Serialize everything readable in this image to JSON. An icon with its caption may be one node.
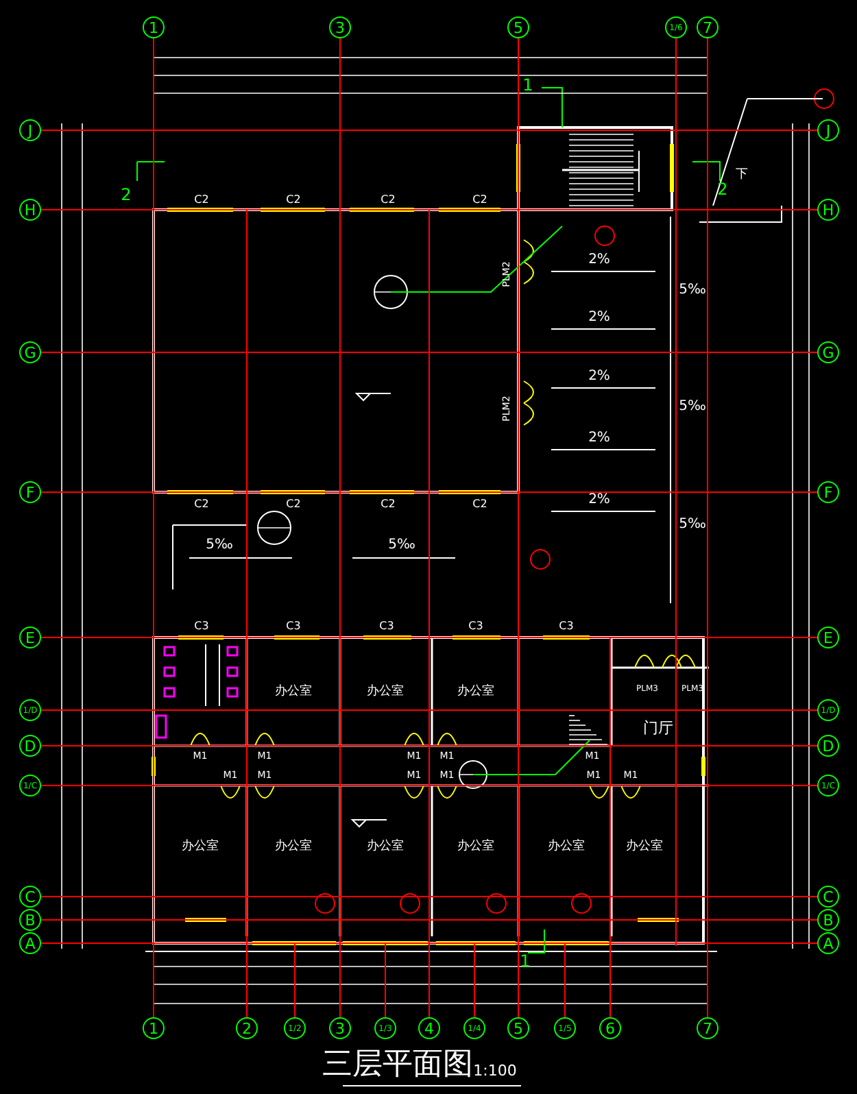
{
  "diagram": {
    "title": "三层平面图",
    "nodes": [
      {
        "text": [
          "1"
        ]
      },
      {
        "text": [
          "3"
        ]
      },
      {
        "text": [
          "5"
        ]
      },
      {
        "text": [
          "1/6"
        ]
      },
      {
        "text": [
          "7"
        ]
      },
      {
        "text": [
          "J"
        ]
      },
      {
        "text": [
          "H"
        ]
      },
      {
        "text": [
          "G"
        ]
      },
      {
        "text": [
          "F"
        ]
      },
      {
        "text": [
          "E"
        ]
      },
      {
        "text": [
          "1/D"
        ]
      },
      {
        "text": [
          "D"
        ]
      },
      {
        "text": [
          "1/C"
        ]
      },
      {
        "text": [
          "C"
        ]
      },
      {
        "text": [
          "B"
        ]
      },
      {
        "text": [
          "A"
        ]
      },
      {
        "text": [
          "J"
        ]
      },
      {
        "text": [
          "H"
        ]
      },
      {
        "text": [
          "G"
        ]
      },
      {
        "text": [
          "F"
        ]
      },
      {
        "text": [
          "E"
        ]
      },
      {
        "text": [
          "1/D"
        ]
      },
      {
        "text": [
          "D"
        ]
      },
      {
        "text": [
          "1/C"
        ]
      },
      {
        "text": [
          "C"
        ]
      },
      {
        "text": [
          "B"
        ]
      },
      {
        "text": [
          "A"
        ]
      },
      {
        "text": [
          "1"
        ]
      },
      {
        "text": [
          "2"
        ]
      },
      {
        "text": [
          "1/2"
        ]
      },
      {
        "text": [
          "3"
        ]
      },
      {
        "text": [
          "1/3"
        ]
      },
      {
        "text": [
          "4"
        ]
      },
      {
        "text": [
          "1/4"
        ]
      },
      {
        "text": [
          "5"
        ]
      },
      {
        "text": [
          "1/5"
        ]
      },
      {
        "text": [
          "6"
        ]
      },
      {
        "text": [
          "7"
        ]
      }
    ],
    "edges": [
      {
        "from": 0,
        "to": 27,
        "arrow": "none"
      },
      {
        "from": 1,
        "to": 30,
        "arrow": "none"
      },
      {
        "from": 2,
        "to": 34,
        "arrow": "none"
      },
      {
        "from": 4,
        "to": 37,
        "arrow": "none"
      },
      {
        "from": 5,
        "to": 16,
        "arrow": "none"
      },
      {
        "from": 6,
        "to": 17,
        "arrow": "none"
      },
      {
        "from": 7,
        "to": 18,
        "arrow": "none"
      },
      {
        "from": 8,
        "to": 19,
        "arrow": "none"
      },
      {
        "from": 9,
        "to": 20,
        "arrow": "none"
      },
      {
        "from": 10,
        "to": 21,
        "arrow": "none"
      },
      {
        "from": 11,
        "to": 22,
        "arrow": "none"
      },
      {
        "from": 12,
        "to": 23,
        "arrow": "none"
      },
      {
        "from": 13,
        "to": 24,
        "arrow": "none"
      },
      {
        "from": 14,
        "to": 25,
        "arrow": "none"
      },
      {
        "from": 15,
        "to": 26,
        "arrow": "none"
      },
      {
        "from": 3,
        "to": null,
        "arrow": "none"
      },
      {
        "from": 28,
        "to": null,
        "arrow": "none"
      },
      {
        "from": 29,
        "to": null,
        "arrow": "none"
      },
      {
        "from": 31,
        "to": null,
        "arrow": "none"
      },
      {
        "from": 32,
        "to": null,
        "arrow": "none"
      },
      {
        "from": 33,
        "to": null,
        "arrow": "none"
      },
      {
        "from": 35,
        "to": null,
        "arrow": "none"
      },
      {
        "from": 36,
        "to": null,
        "arrow": "none"
      }
    ],
    "labels": [
      "1",
      "2",
      "2",
      "下",
      "C2",
      "C2",
      "C2",
      "C2",
      "2%",
      "PLM2",
      "5‰",
      "2%",
      "2%",
      "PLM2",
      "5‰",
      "2%",
      "C2",
      "C2",
      "C2",
      "C2",
      "2%",
      "5‰",
      "5‰",
      "5‰",
      "C3",
      "C3",
      "C3",
      "C3",
      "C3",
      "PLM3",
      "PLM3",
      "办公室",
      "办公室",
      "办公室",
      "门厅",
      "M1",
      "M1",
      "M1",
      "M1",
      "M1",
      "M1",
      "M1",
      "M1",
      "M1",
      "M1",
      "M1",
      "办公室",
      "办公室",
      "办公室",
      "办公室",
      "办公室",
      "办公室",
      "1",
      "1:100"
    ]
  }
}
